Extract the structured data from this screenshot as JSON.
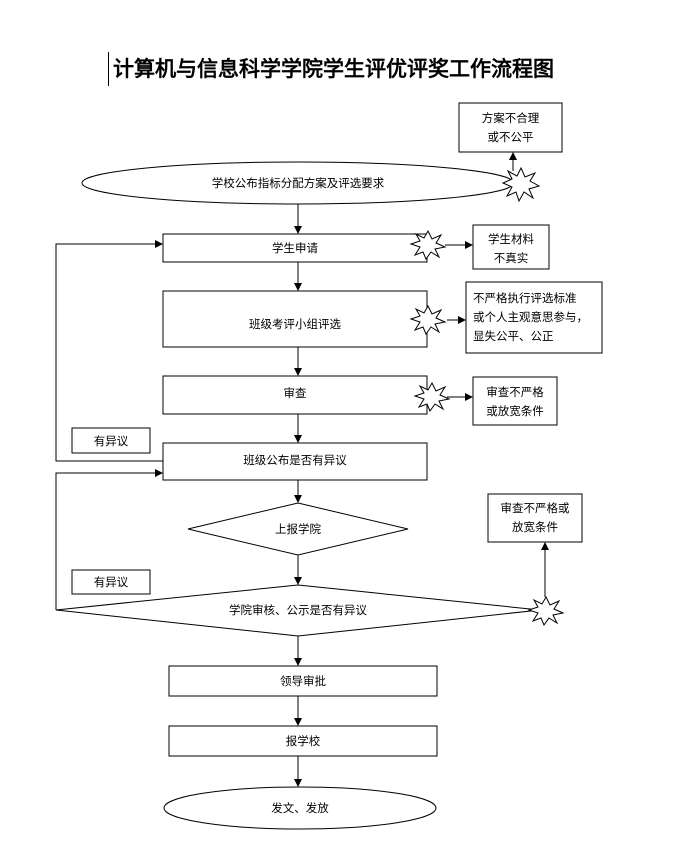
{
  "title": "计算机与信息科学学院学生评优评奖工作流程图",
  "nodes": {
    "announce": "学校公布指标分配方案及评选要求",
    "apply": "学生申请",
    "class_review": "班级考评小组评选",
    "check": "审查",
    "class_publish": "班级公布是否有异议",
    "report": "上报学院",
    "college_review": "学院审核、公示是否有异议",
    "leader": "领导审批",
    "to_school": "报学校",
    "issue": "发文、发放"
  },
  "side_notes": {
    "unreasonable_line1": "方案不合理",
    "unreasonable_line2": "或不公平",
    "material_line1": "学生材料",
    "material_line2": "不真实",
    "unfair_line1": "不严格执行评选标准",
    "unfair_line2": "或个人主观意思参与，",
    "unfair_line3": "显失公平、公正",
    "loose1_line1": "审查不严格",
    "loose1_line2": "或放宽条件",
    "loose2_line1": "审查不严格或",
    "loose2_line2": "放宽条件"
  },
  "objection_label_1": "有异议",
  "objection_label_2": "有异议"
}
